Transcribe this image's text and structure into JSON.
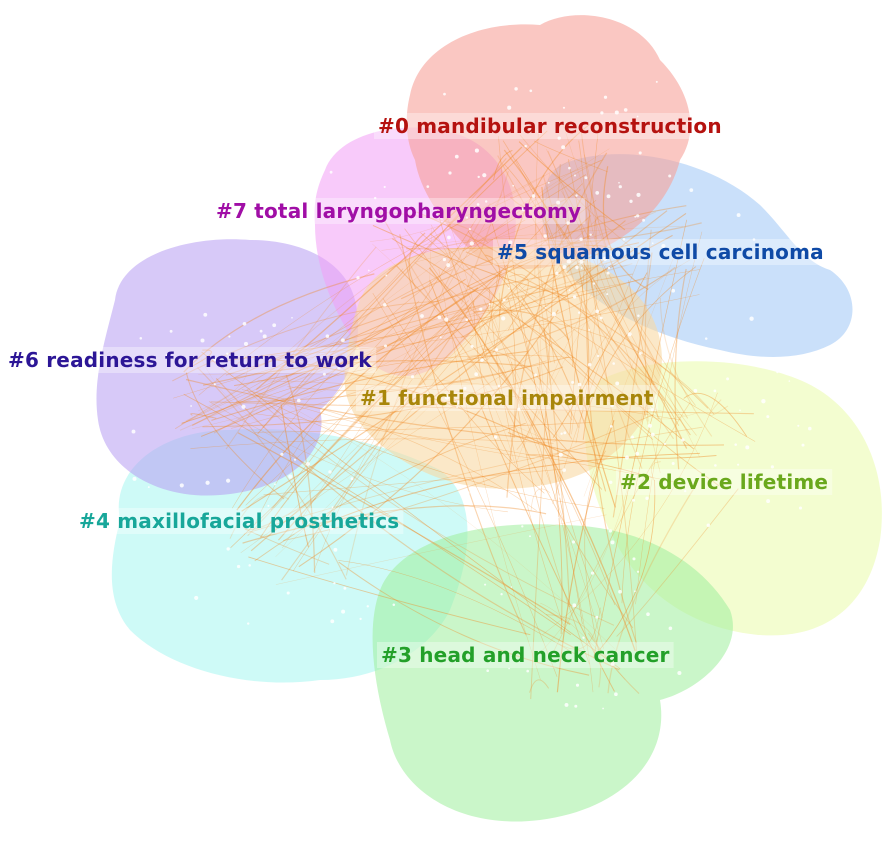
{
  "clusters": [
    {
      "id": 0,
      "label": "#0 mandibular reconstruction",
      "fill": "#f7a19a",
      "text_color": "#b5120f"
    },
    {
      "id": 1,
      "label": "#1 functional impairment",
      "fill": "#f8d9a3",
      "text_color": "#a8860a"
    },
    {
      "id": 2,
      "label": "#2 device lifetime",
      "fill": "#eafca9",
      "text_color": "#6aa81c"
    },
    {
      "id": 3,
      "label": "#3 head and neck cancer",
      "fill": "#9fef9c",
      "text_color": "#23a029"
    },
    {
      "id": 4,
      "label": "#4 maxillofacial prosthetics",
      "fill": "#a6f6f0",
      "text_color": "#18a79a"
    },
    {
      "id": 5,
      "label": "#5 squamous cell carcinoma",
      "fill": "#9ec6f5",
      "text_color": "#0f4aa6"
    },
    {
      "id": 6,
      "label": "#6 readiness for return to work",
      "fill": "#b79cf2",
      "text_color": "#2c1696"
    },
    {
      "id": 7,
      "label": "#7 total laryngopharyngectomy",
      "fill": "#f39ff5",
      "text_color": "#a00ea6"
    }
  ],
  "link_color": "#f08a24"
}
